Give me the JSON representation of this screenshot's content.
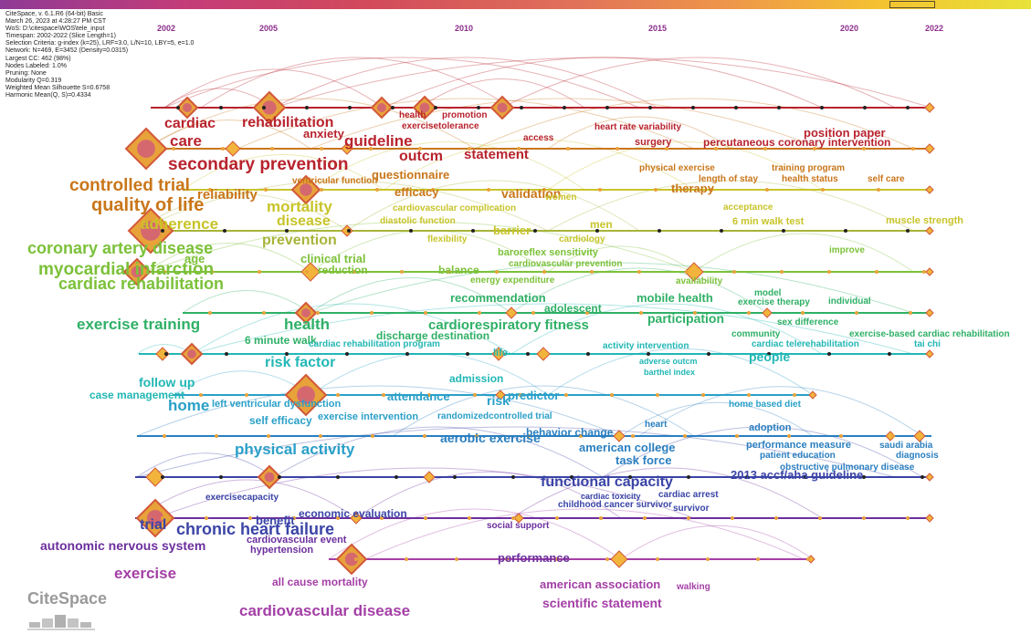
{
  "app": {
    "info_lines": [
      "CiteSpace, v. 6.1.R6 (64-bit) Basic",
      "March 26, 2023 at 4:28:27 PM CST",
      "WoS: D:\\citespace\\WOS\\tele_input",
      "Timespan: 2002-2022 (Slice Length=1)",
      "Selection Criteria: g-index (k=25), LRF=3.0, L/N=10, LBY=5, e=1.0",
      "Network: N=469, E=3452 (Density=0.0315)",
      "Largest CC: 462 (98%)",
      "Nodes Labeled: 1.0%",
      "Pruning: None",
      "Modularity Q=0.319",
      "Weighted Mean Silhouette S=0.6758",
      "Harmonic Mean(Q, S)=0.4334"
    ],
    "logo": "CiteSpace"
  },
  "timeline": {
    "year_labels": [
      "2002",
      "2005",
      "2010",
      "2015",
      "2020",
      "2022"
    ]
  },
  "lines": [
    {
      "color": "#b8232e"
    },
    {
      "color": "#c9761a"
    },
    {
      "color": "#c8c42a"
    },
    {
      "color": "#a8b43a"
    },
    {
      "color": "#7cc13a"
    },
    {
      "color": "#2fb066"
    },
    {
      "color": "#22b7b5"
    },
    {
      "color": "#2aa0c8"
    },
    {
      "color": "#2a7fc0"
    },
    {
      "color": "#3a44a6"
    },
    {
      "color": "#6c2f9e"
    },
    {
      "color": "#a43fa6"
    }
  ],
  "keywords": [
    {
      "text": "cardiac",
      "color": "#b8232e",
      "size": 16
    },
    {
      "text": "rehabilitation",
      "color": "#b8232e",
      "size": 16
    },
    {
      "text": "health",
      "color": "#b8232e",
      "size": 10
    },
    {
      "text": "promotion",
      "color": "#b8232e",
      "size": 10
    },
    {
      "text": "exercisetolerance",
      "color": "#b8232e",
      "size": 10
    },
    {
      "text": "heart rate variability",
      "color": "#b8232e",
      "size": 10
    },
    {
      "text": "position paper",
      "color": "#b8232e",
      "size": 13
    },
    {
      "text": "care",
      "color": "#b8232e",
      "size": 17
    },
    {
      "text": "anxiety",
      "color": "#b8232e",
      "size": 13
    },
    {
      "text": "guideline",
      "color": "#b8232e",
      "size": 17
    },
    {
      "text": "access",
      "color": "#b8232e",
      "size": 10
    },
    {
      "text": "surgery",
      "color": "#b8232e",
      "size": 11
    },
    {
      "text": "percutaneous coronary intervention",
      "color": "#b8232e",
      "size": 12
    },
    {
      "text": "outcm",
      "color": "#b8232e",
      "size": 16
    },
    {
      "text": "statement",
      "color": "#b8232e",
      "size": 15
    },
    {
      "text": "secondary prevention",
      "color": "#b8232e",
      "size": 19
    },
    {
      "text": "questionnaire",
      "color": "#c9761a",
      "size": 13
    },
    {
      "text": "physical exercise",
      "color": "#c9761a",
      "size": 10
    },
    {
      "text": "training program",
      "color": "#c9761a",
      "size": 10
    },
    {
      "text": "length of stay",
      "color": "#c9761a",
      "size": 10
    },
    {
      "text": "health status",
      "color": "#c9761a",
      "size": 10
    },
    {
      "text": "self care",
      "color": "#c9761a",
      "size": 10
    },
    {
      "text": "controlled trial",
      "color": "#c9761a",
      "size": 19
    },
    {
      "text": "ventricular function",
      "color": "#c9761a",
      "size": 10
    },
    {
      "text": "efficacy",
      "color": "#c9761a",
      "size": 13
    },
    {
      "text": "validation",
      "color": "#c9761a",
      "size": 14
    },
    {
      "text": "therapy",
      "color": "#c9761a",
      "size": 13
    },
    {
      "text": "reliability",
      "color": "#c9761a",
      "size": 15
    },
    {
      "text": "quality of life",
      "color": "#c9761a",
      "size": 20
    },
    {
      "text": "mortality",
      "color": "#c8c42a",
      "size": 17
    },
    {
      "text": "women",
      "color": "#c8c42a",
      "size": 10
    },
    {
      "text": "acceptance",
      "color": "#c8c42a",
      "size": 10
    },
    {
      "text": "cardiovascular complication",
      "color": "#c8c42a",
      "size": 10
    },
    {
      "text": "adherence",
      "color": "#c8c42a",
      "size": 17
    },
    {
      "text": "disease",
      "color": "#c8c42a",
      "size": 16
    },
    {
      "text": "diastolic function",
      "color": "#c8c42a",
      "size": 10
    },
    {
      "text": "men",
      "color": "#c8c42a",
      "size": 12
    },
    {
      "text": "6 min walk test",
      "color": "#c8c42a",
      "size": 11
    },
    {
      "text": "muscle strength",
      "color": "#c8c42a",
      "size": 11
    },
    {
      "text": "barrier",
      "color": "#c8c42a",
      "size": 13
    },
    {
      "text": "cardiology",
      "color": "#c8c42a",
      "size": 10
    },
    {
      "text": "flexibility",
      "color": "#c8c42a",
      "size": 10
    },
    {
      "text": "prevention",
      "color": "#a8b43a",
      "size": 16
    },
    {
      "text": "coronary artery disease",
      "color": "#7cc13a",
      "size": 18
    },
    {
      "text": "baroreflex sensitivity",
      "color": "#7cc13a",
      "size": 11
    },
    {
      "text": "improve",
      "color": "#7cc13a",
      "size": 10
    },
    {
      "text": "age",
      "color": "#7cc13a",
      "size": 13
    },
    {
      "text": "clinical trial",
      "color": "#7cc13a",
      "size": 13
    },
    {
      "text": "cardiovascular prevention",
      "color": "#7cc13a",
      "size": 10
    },
    {
      "text": "myocardial infarction",
      "color": "#7cc13a",
      "size": 19
    },
    {
      "text": "reduction",
      "color": "#7cc13a",
      "size": 12
    },
    {
      "text": "balance",
      "color": "#7cc13a",
      "size": 12
    },
    {
      "text": "energy expenditure",
      "color": "#7cc13a",
      "size": 10
    },
    {
      "text": "availability",
      "color": "#7cc13a",
      "size": 10
    },
    {
      "text": "cardiac rehabilitation",
      "color": "#7cc13a",
      "size": 18
    },
    {
      "text": "model",
      "color": "#2fb066",
      "size": 10
    },
    {
      "text": "recommendation",
      "color": "#2fb066",
      "size": 13
    },
    {
      "text": "mobile health",
      "color": "#2fb066",
      "size": 13
    },
    {
      "text": "exercise therapy",
      "color": "#2fb066",
      "size": 10
    },
    {
      "text": "individual",
      "color": "#2fb066",
      "size": 10
    },
    {
      "text": "adolescent",
      "color": "#2fb066",
      "size": 12
    },
    {
      "text": "participation",
      "color": "#2fb066",
      "size": 14
    },
    {
      "text": "exercise training",
      "color": "#2fb066",
      "size": 17
    },
    {
      "text": "health",
      "color": "#2fb066",
      "size": 17
    },
    {
      "text": "cardiorespiratory fitness",
      "color": "#2fb066",
      "size": 15
    },
    {
      "text": "sex difference",
      "color": "#2fb066",
      "size": 10
    },
    {
      "text": "community",
      "color": "#2fb066",
      "size": 10
    },
    {
      "text": "exercise-based cardiac rehabilitation",
      "color": "#2fb066",
      "size": 10
    },
    {
      "text": "6 minute walk",
      "color": "#2fb066",
      "size": 12
    },
    {
      "text": "discharge destination",
      "color": "#2fb066",
      "size": 12
    },
    {
      "text": "cardiac rehabilitation program",
      "color": "#22b7b5",
      "size": 10
    },
    {
      "text": "cardiac telerehabilitation",
      "color": "#22b7b5",
      "size": 10
    },
    {
      "text": "tai chi",
      "color": "#22b7b5",
      "size": 10
    },
    {
      "text": "life",
      "color": "#22b7b5",
      "size": 11
    },
    {
      "text": "activity intervention",
      "color": "#22b7b5",
      "size": 10
    },
    {
      "text": "risk factor",
      "color": "#22b7b5",
      "size": 16
    },
    {
      "text": "adverse outcm",
      "color": "#22b7b5",
      "size": 9
    },
    {
      "text": "people",
      "color": "#22b7b5",
      "size": 14
    },
    {
      "text": "barthel index",
      "color": "#22b7b5",
      "size": 9
    },
    {
      "text": "follow up",
      "color": "#22b7b5",
      "size": 14
    },
    {
      "text": "admission",
      "color": "#22b7b5",
      "size": 12
    },
    {
      "text": "case management",
      "color": "#22b7b5",
      "size": 12
    },
    {
      "text": "attendance",
      "color": "#2aa0c8",
      "size": 13
    },
    {
      "text": "risk",
      "color": "#2aa0c8",
      "size": 14
    },
    {
      "text": "predictor",
      "color": "#2aa0c8",
      "size": 13
    },
    {
      "text": "home based diet",
      "color": "#2aa0c8",
      "size": 10
    },
    {
      "text": "home",
      "color": "#2aa0c8",
      "size": 17
    },
    {
      "text": "left ventricular dysfunction",
      "color": "#2aa0c8",
      "size": 11
    },
    {
      "text": "self efficacy",
      "color": "#2aa0c8",
      "size": 12
    },
    {
      "text": "exercise intervention",
      "color": "#2aa0c8",
      "size": 11
    },
    {
      "text": "randomizedcontrolled trial",
      "color": "#2aa0c8",
      "size": 10
    },
    {
      "text": "behavior change",
      "color": "#2a7fc0",
      "size": 12
    },
    {
      "text": "heart",
      "color": "#2a7fc0",
      "size": 10
    },
    {
      "text": "adoption",
      "color": "#2a7fc0",
      "size": 11
    },
    {
      "text": "aerobic exercise",
      "color": "#2a7fc0",
      "size": 14
    },
    {
      "text": "performance measure",
      "color": "#2a7fc0",
      "size": 11
    },
    {
      "text": "saudi arabia",
      "color": "#2a7fc0",
      "size": 10
    },
    {
      "text": "patient education",
      "color": "#2a7fc0",
      "size": 10
    },
    {
      "text": "diagnosis",
      "color": "#2a7fc0",
      "size": 10
    },
    {
      "text": "physical activity",
      "color": "#2aa0c8",
      "size": 17
    },
    {
      "text": "american college",
      "color": "#2a7fc0",
      "size": 13
    },
    {
      "text": "task force",
      "color": "#2a7fc0",
      "size": 13
    },
    {
      "text": "obstructive pulmonary disease",
      "color": "#2a7fc0",
      "size": 10
    },
    {
      "text": "2013 accf/aha guideline",
      "color": "#3a44a6",
      "size": 13
    },
    {
      "text": "functional capacity",
      "color": "#3a44a6",
      "size": 16
    },
    {
      "text": "cardiac toxicity",
      "color": "#3a44a6",
      "size": 9
    },
    {
      "text": "cardiac arrest",
      "color": "#3a44a6",
      "size": 10
    },
    {
      "text": "exercisecapacity",
      "color": "#3a44a6",
      "size": 10
    },
    {
      "text": "childhood cancer survivor",
      "color": "#3a44a6",
      "size": 10
    },
    {
      "text": "survivor",
      "color": "#3a44a6",
      "size": 10
    },
    {
      "text": "economic evaluation",
      "color": "#3a44a6",
      "size": 12
    },
    {
      "text": "benefit",
      "color": "#3a44a6",
      "size": 13
    },
    {
      "text": "trial",
      "color": "#3a44a6",
      "size": 16
    },
    {
      "text": "chronic heart failure",
      "color": "#3a44a6",
      "size": 18
    },
    {
      "text": "social support",
      "color": "#6c2f9e",
      "size": 10
    },
    {
      "text": "cardiovascular event",
      "color": "#6c2f9e",
      "size": 11
    },
    {
      "text": "autonomic nervous system",
      "color": "#6c2f9e",
      "size": 14
    },
    {
      "text": "hypertension",
      "color": "#6c2f9e",
      "size": 11
    },
    {
      "text": "performance",
      "color": "#6c2f9e",
      "size": 13
    },
    {
      "text": "exercise",
      "color": "#a43fa6",
      "size": 17
    },
    {
      "text": "all cause mortality",
      "color": "#a43fa6",
      "size": 12
    },
    {
      "text": "american association",
      "color": "#a43fa6",
      "size": 13
    },
    {
      "text": "walking",
      "color": "#a43fa6",
      "size": 10
    },
    {
      "text": "scientific statement",
      "color": "#a43fa6",
      "size": 14
    },
    {
      "text": "cardiovascular disease",
      "color": "#a43fa6",
      "size": 17
    }
  ]
}
